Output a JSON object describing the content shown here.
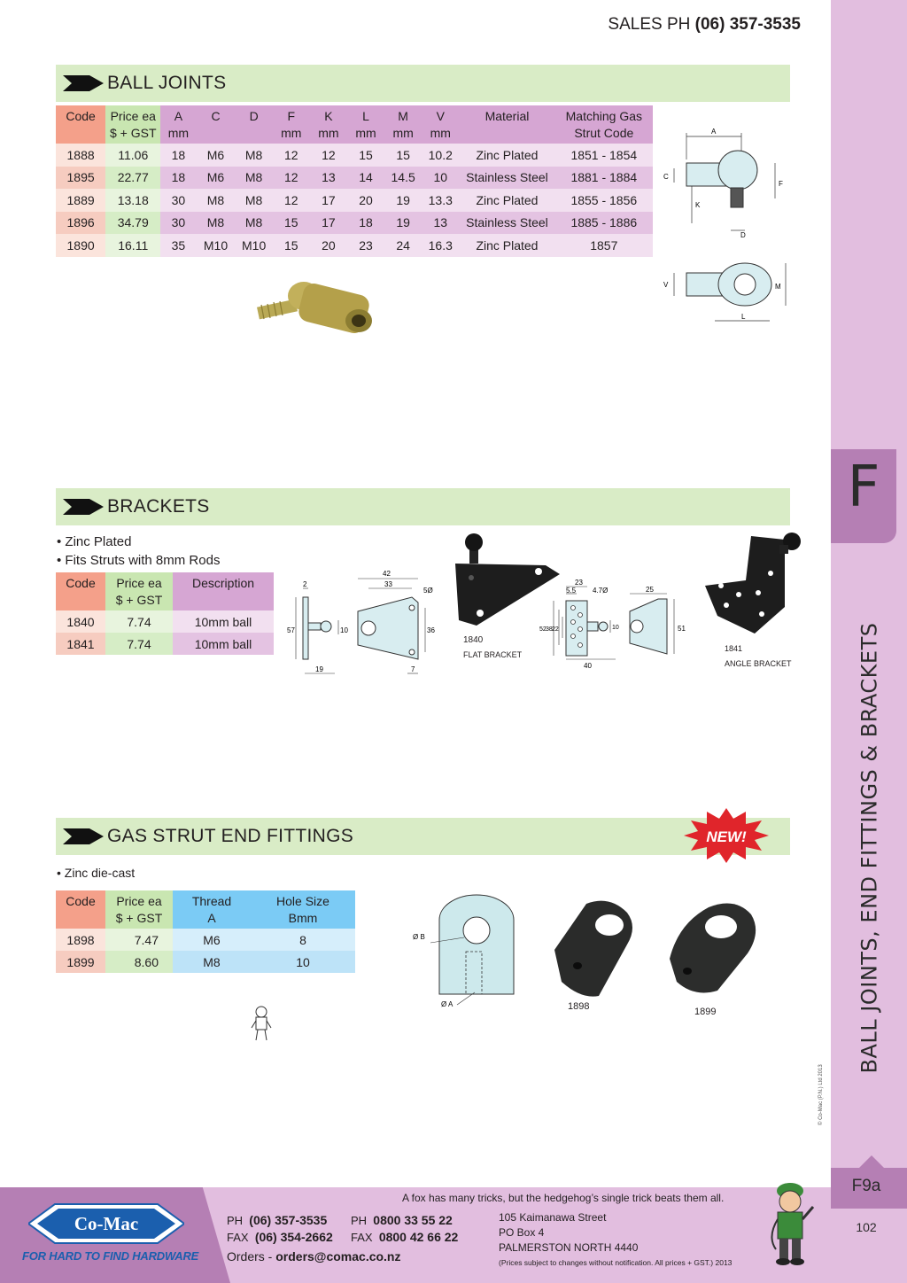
{
  "header": {
    "sales_prefix": "SALES  PH ",
    "sales_phone": "(06) 357-3535"
  },
  "side": {
    "letter": "F",
    "vertical_title": "BALL JOINTS, END FITTINGS & BRACKETS",
    "copyright": "© Co-Mac (P.N.) Ltd 2013",
    "page_code": "F9a",
    "page_number": "102"
  },
  "ball_joints": {
    "title": "BALL JOINTS",
    "headers": [
      "Code",
      "Price ea $ + GST",
      "A mm",
      "C",
      "D",
      "F mm",
      "K mm",
      "L mm",
      "M mm",
      "V mm",
      "Material",
      "Matching Gas Strut Code"
    ],
    "header_lines": [
      [
        "Code",
        ""
      ],
      [
        "Price ea",
        "$ + GST"
      ],
      [
        "A",
        "mm"
      ],
      [
        "C",
        ""
      ],
      [
        "D",
        ""
      ],
      [
        "F",
        "mm"
      ],
      [
        "K",
        "mm"
      ],
      [
        "L",
        "mm"
      ],
      [
        "M",
        "mm"
      ],
      [
        "V",
        "mm"
      ],
      [
        "Material",
        ""
      ],
      [
        "Matching  Gas",
        "Strut Code"
      ]
    ],
    "rows": [
      [
        "1888",
        "11.06",
        "18",
        "M6",
        "M8",
        "12",
        "12",
        "15",
        "15",
        "10.2",
        "Zinc Plated",
        "1851 - 1854"
      ],
      [
        "1895",
        "22.77",
        "18",
        "M6",
        "M8",
        "12",
        "13",
        "14",
        "14.5",
        "10",
        "Stainless Steel",
        "1881 - 1884"
      ],
      [
        "1889",
        "13.18",
        "30",
        "M8",
        "M8",
        "12",
        "17",
        "20",
        "19",
        "13.3",
        "Zinc Plated",
        "1855 - 1856"
      ],
      [
        "1896",
        "34.79",
        "30",
        "M8",
        "M8",
        "15",
        "17",
        "18",
        "19",
        "13",
        "Stainless Steel",
        "1885 - 1886"
      ],
      [
        "1890",
        "16.11",
        "35",
        "M10",
        "M10",
        "15",
        "20",
        "23",
        "24",
        "16.3",
        "Zinc Plated",
        "1857"
      ]
    ],
    "diagram_labels": {
      "a": "A",
      "c": "C",
      "k": "K",
      "f": "F",
      "d": "D",
      "v": "V",
      "m": "M",
      "l": "L"
    }
  },
  "brackets": {
    "title": "BRACKETS",
    "bullets": [
      "• Zinc Plated",
      "• Fits Struts with 8mm Rods"
    ],
    "header_lines": [
      [
        "Code",
        ""
      ],
      [
        "Price ea",
        "$ + GST"
      ],
      [
        "Description",
        ""
      ]
    ],
    "rows": [
      [
        "1840",
        "7.74",
        "10mm ball"
      ],
      [
        "1841",
        "7.74",
        "10mm ball"
      ]
    ],
    "dims_flat": [
      "42",
      "33",
      "2",
      "5Ø",
      "57",
      "10",
      "36",
      "19",
      "7"
    ],
    "dims_angle": [
      "23",
      "5.5",
      "4.7Ø",
      "25",
      "52",
      "38",
      "22",
      "10",
      "51",
      "40"
    ],
    "flat_code": "1840",
    "flat_label": "FLAT BRACKET",
    "angle_code": "1841",
    "angle_label": "ANGLE BRACKET"
  },
  "end_fittings": {
    "title": "GAS STRUT END FITTINGS",
    "badge": "NEW!",
    "bullets": [
      "• Zinc die-cast"
    ],
    "header_lines": [
      [
        "Code",
        ""
      ],
      [
        "Price ea",
        "$ + GST"
      ],
      [
        "Thread",
        "A"
      ],
      [
        "Hole Size",
        "Bmm"
      ]
    ],
    "rows": [
      [
        "1898",
        "7.47",
        "M6",
        "8"
      ],
      [
        "1899",
        "8.60",
        "M8",
        "10"
      ]
    ],
    "diagram_labels": {
      "b": "Ø B",
      "a": "Ø A"
    },
    "photo_captions": [
      "1898",
      "1899"
    ]
  },
  "footer": {
    "proverb": "A fox has many tricks, but the hedgehog’s single trick beats them all.",
    "logo": "Co-Mac",
    "tagline": "FOR HARD TO FIND HARDWARE",
    "ph_label": "PH",
    "ph": "(06) 357-3535",
    "fax_label": "FAX",
    "fax": "(06) 354-2662",
    "ph2_label": "PH",
    "ph2": "0800 33 55 22",
    "fax2_label": "FAX",
    "fax2": "0800 42 66 22",
    "orders_label": "Orders - ",
    "orders": "orders@comac.co.nz",
    "address": [
      "105 Kaimanawa Street",
      "PO Box 4",
      "PALMERSTON NORTH 4440"
    ],
    "note": "(Prices subject to changes without notification.  All prices + GST.)  2013"
  },
  "colors": {
    "purple": "#b57fb4",
    "light_purple": "#e2bedf",
    "green_bar": "#d9ecc6",
    "code_col": "#f4a08a",
    "blue_col": "#7bcbf5"
  }
}
